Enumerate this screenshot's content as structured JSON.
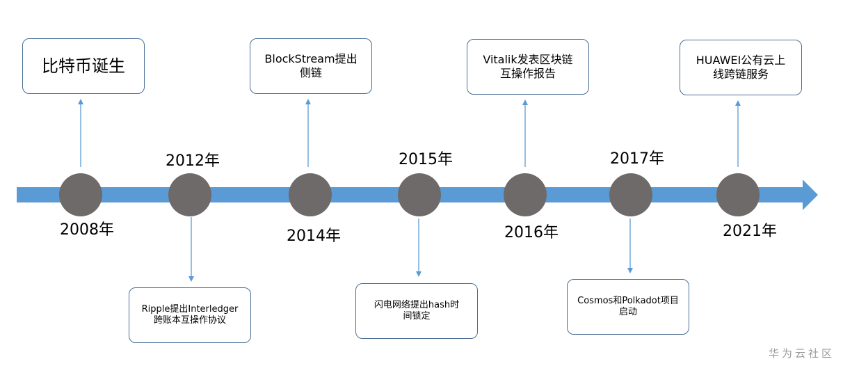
{
  "events": [
    {
      "year": "2008年",
      "text": [
        "比特币诞生"
      ]
    },
    {
      "year": "2012年",
      "text": [
        "Ripple提出Interledger",
        "跨账本互操作协议"
      ]
    },
    {
      "year": "2014年",
      "text": [
        "BlockStream提出",
        "侧链"
      ]
    },
    {
      "year": "2015年",
      "text": [
        "闪电网络提出hash时",
        "间锁定"
      ]
    },
    {
      "year": "2016年",
      "text": [
        "Vitalik发表区块链",
        "互操作报告"
      ]
    },
    {
      "year": "2017年",
      "text": [
        "Cosmos和Polkadot项目",
        "启动"
      ]
    },
    {
      "year": "2021年",
      "text": [
        "HUAWEI公有云上",
        "线跨链服务"
      ]
    }
  ],
  "colors": {
    "timeline_arrow": "#5b9bd5",
    "node": "#6e6a6a",
    "connector": "#5b9bd5",
    "box_border": "#4a6e96"
  },
  "watermark": "华为云社区"
}
